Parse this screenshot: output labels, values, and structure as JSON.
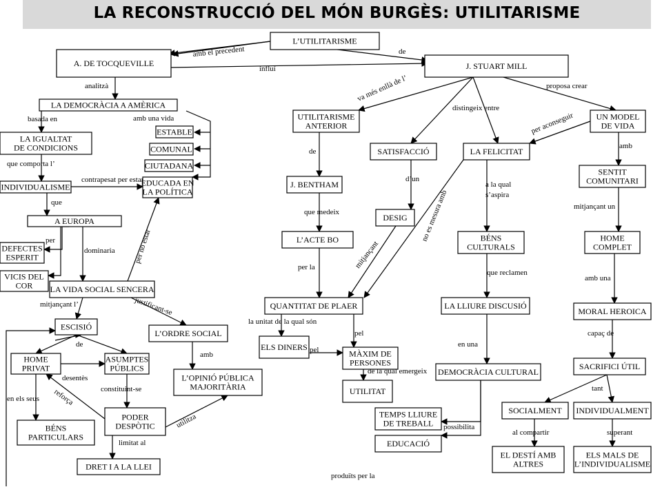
{
  "title": "LA RECONSTRUCCIÓ DEL MÓN BURGÈS: UTILITARISME",
  "nodes": {
    "utilitarisme": [
      "L’UTILITARISME"
    ],
    "tocqueville": [
      "A. DE TOCQUEVILLE"
    ],
    "mill": [
      "J. STUART  MILL"
    ],
    "democracia": [
      "LA DEMOCRÀCIA A AMÈRICA"
    ],
    "igualtat": [
      "LA IGUALTAT",
      "DE CONDICIONS"
    ],
    "estable": [
      "ESTABLE"
    ],
    "comunal": [
      "COMUNAL"
    ],
    "ciutadana": [
      "CIUTADANA"
    ],
    "individualisme": [
      "INDIVIDUALISME"
    ],
    "educada": [
      "EDUCADA EN",
      "LA POLÍTICA"
    ],
    "europa": [
      "A EUROPA"
    ],
    "defectes": [
      "DEFECTES",
      "ESPERIT"
    ],
    "vicis": [
      "VICIS DEL",
      "COR"
    ],
    "vida_social": [
      "LA VIDA SOCIAL SENCERA"
    ],
    "escisio": [
      "ESCISIÓ"
    ],
    "ordre": [
      "L’ORDRE SOCIAL"
    ],
    "home_privat": [
      "HOME",
      "PRIVAT"
    ],
    "asumptes": [
      "ASUMPTES",
      "PÚBLICS"
    ],
    "opinio": [
      "L’OPINIÓ PÚBLICA",
      "MAJORITÀRIA"
    ],
    "bens_particulars": [
      "BÉNS",
      "PARTICULARS"
    ],
    "poder": [
      "PODER",
      "DESPÒTIC"
    ],
    "dret": [
      "DRET I A LA LLEI"
    ],
    "util_anterior": [
      "UTILITARISME",
      "ANTERIOR"
    ],
    "bentham": [
      "J. BENTHAM"
    ],
    "acte": [
      "L’ACTE BO"
    ],
    "quantitat": [
      "QUANTITAT DE PLAER"
    ],
    "diners": [
      "ELS DINERS"
    ],
    "maxim": [
      "MÀXIM DE",
      "PERSONES"
    ],
    "utilitat": [
      "UTILITAT"
    ],
    "satisfaccio": [
      "SATISFACCIÓ"
    ],
    "desig": [
      "DESIG"
    ],
    "felicitat": [
      "LA FELICITAT"
    ],
    "bens_culturals": [
      "BÉNS",
      "CULTURALS"
    ],
    "lliure": [
      "LA LLIURE DISCUSIÓ"
    ],
    "democracia_cultural": [
      "DEMOCRÀCIA CULTURAL"
    ],
    "temps": [
      "TEMPS LLIURE",
      "DE TREBALL"
    ],
    "educacio": [
      "EDUCACIÓ"
    ],
    "model": [
      "UN MODEL",
      "DE VIDA"
    ],
    "sentit": [
      "SENTIT",
      "COMUNITARI"
    ],
    "home_complet": [
      "HOME",
      "COMPLET"
    ],
    "moral": [
      "MORAL HEROICA"
    ],
    "sacrifici": [
      "SACRIFICI ÚTIL"
    ],
    "socialment": [
      "SOCIALMENT"
    ],
    "individualment": [
      "INDIVIDUALMENT"
    ],
    "desti": [
      "EL DESTÍ AMB",
      "ALTRES"
    ],
    "mals": [
      "ELS MALS DE",
      "L’INDIVIDUALISME"
    ]
  },
  "edge_labels": {
    "amb_precedent": "amb el precedent",
    "de_mill": "de",
    "influi": "influí",
    "analitza": "analitzà",
    "basada_en": "basada en",
    "amb_una_vida": "amb una vida",
    "que_comporta": "que comporta l’",
    "contrapesat": "contrapesat per estar",
    "que": "que",
    "per": "per",
    "dominaria": "dominaria",
    "per_no_estar": "per no estar",
    "mitjancant_l": "mitjançant l’",
    "justificant_se": "justificant-se",
    "de_escisio": "de",
    "desentes": "desentès",
    "reforca": "reforça",
    "constituint_se": "constituint-se",
    "en_els_seus": "en els seus",
    "limitat_al": "limitat al",
    "amb_opinio": "amb",
    "utilitza": "utilitza",
    "produits_per_la": "produïts per la",
    "va_mes_enlla": "va més enllà de l’",
    "distingeix_entre": "distingeix entre",
    "proposa_crear": "proposa crear",
    "per_aconseguir": "per aconseguir",
    "de_util": "de",
    "d_un": "d’un",
    "que_mesura": "que medeix",
    "per_la": "per la",
    "mitjancant_desig": "mitjançant",
    "no_es_mesura": "no es mesura amb",
    "a_la_qual": "a la qual",
    "s_aspira": "s’aspira",
    "que_reclamen": "que reclamen",
    "en_una": "en una",
    "unitat": "la unitat de la qual són",
    "pel_1": "pel",
    "pel_2": "pel",
    "emergeix": "de la qual emergeix",
    "possibilita": "possibilita",
    "amb_model": "amb",
    "mitjancant_un": "mitjançant un",
    "amb_una": "amb una",
    "capac_de": "capaç de",
    "tant": "tant",
    "al_compartir": "al compartir",
    "superant": "superant"
  }
}
